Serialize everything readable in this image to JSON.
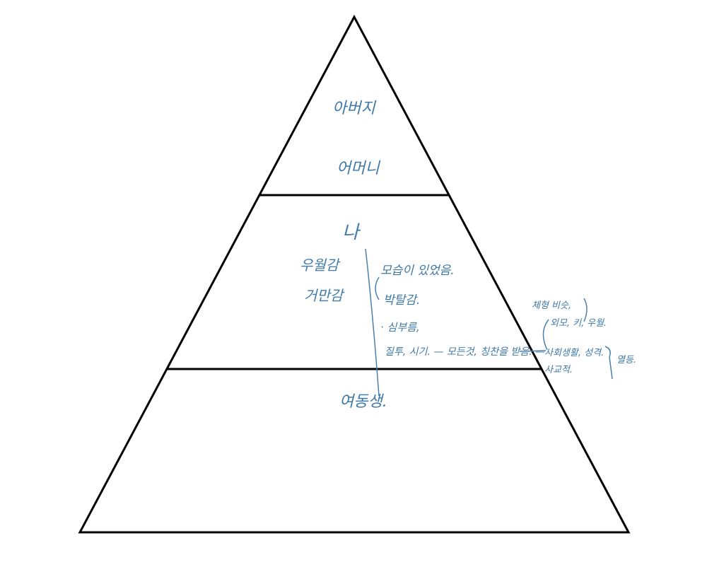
{
  "colors": {
    "ink": "#3f79a8",
    "outline": "#000000"
  },
  "top_tier": {
    "father": "아버지",
    "mother": "어머니"
  },
  "middle_tier": {
    "self": "나",
    "left_notes": [
      "우월감",
      "거만감"
    ],
    "right_notes": [
      "모습이 있었음.",
      "박탈감.",
      "· 심부름,",
      "질투, 시기. —  모든것, 칭찬을 받음. —"
    ]
  },
  "side_notes": {
    "group_superior": [
      "체형 비슷,",
      "외모, 키,"
    ],
    "superior_label": "우월.",
    "group_inferior": [
      "사회생활, 성격.",
      "사교적."
    ],
    "inferior_label": "열등."
  },
  "bottom_tier": {
    "sister": "여동생."
  }
}
